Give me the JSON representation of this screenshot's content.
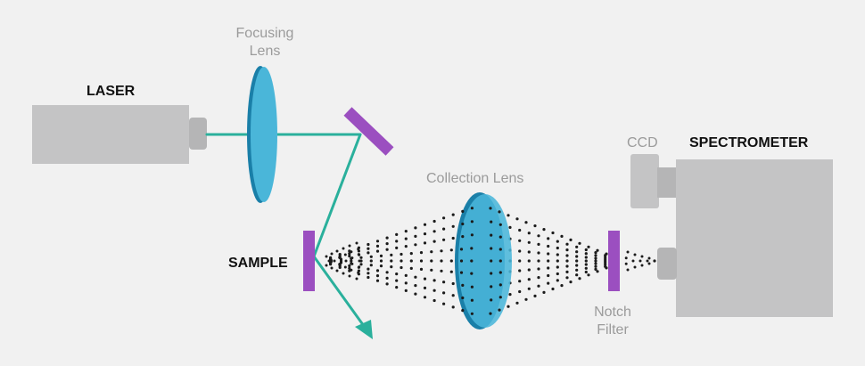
{
  "labels": {
    "laser": "LASER",
    "sample": "SAMPLE",
    "spectrometer": "SPECTROMETER",
    "focusing_lens": [
      "Focusing",
      "Lens"
    ],
    "collection_lens": "Collection Lens",
    "ccd": "CCD",
    "notch_filter": [
      "Notch",
      "Filter"
    ]
  },
  "colors": {
    "background": "#f1f1f1",
    "device_gray": "#c4c4c5",
    "beam": "#2ab09c",
    "lens_fill": "#4ab6d9",
    "lens_edge": "#1a7fa8",
    "mirror": "#9b4fc0",
    "dots": "#1b1b1b",
    "label_dark": "#111111",
    "label_light": "#9b9b9b"
  }
}
